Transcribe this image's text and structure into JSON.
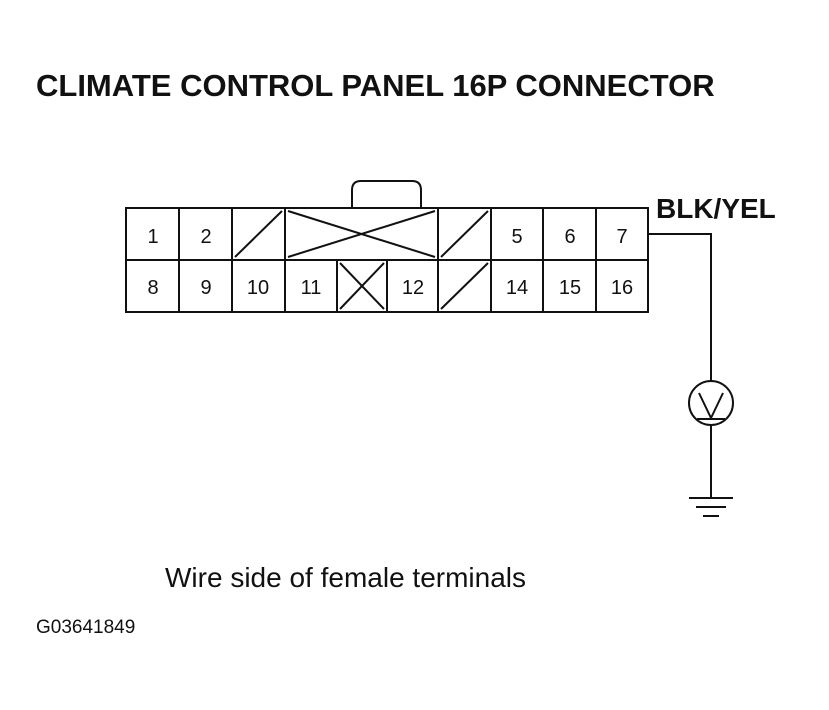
{
  "title": "CLIMATE CONTROL PANEL 16P CONNECTOR",
  "wire_label": "BLK/YEL",
  "caption": "Wire side of female terminals",
  "figure_id": "G03641849",
  "pins": {
    "p1": "1",
    "p2": "2",
    "p5": "5",
    "p6": "6",
    "p7": "7",
    "p8": "8",
    "p9": "9",
    "p10": "10",
    "p11": "11",
    "p12": "12",
    "p14": "14",
    "p15": "15",
    "p16": "16"
  },
  "meter_symbol": "voltmeter-icon",
  "ground_symbol": "ground-icon"
}
